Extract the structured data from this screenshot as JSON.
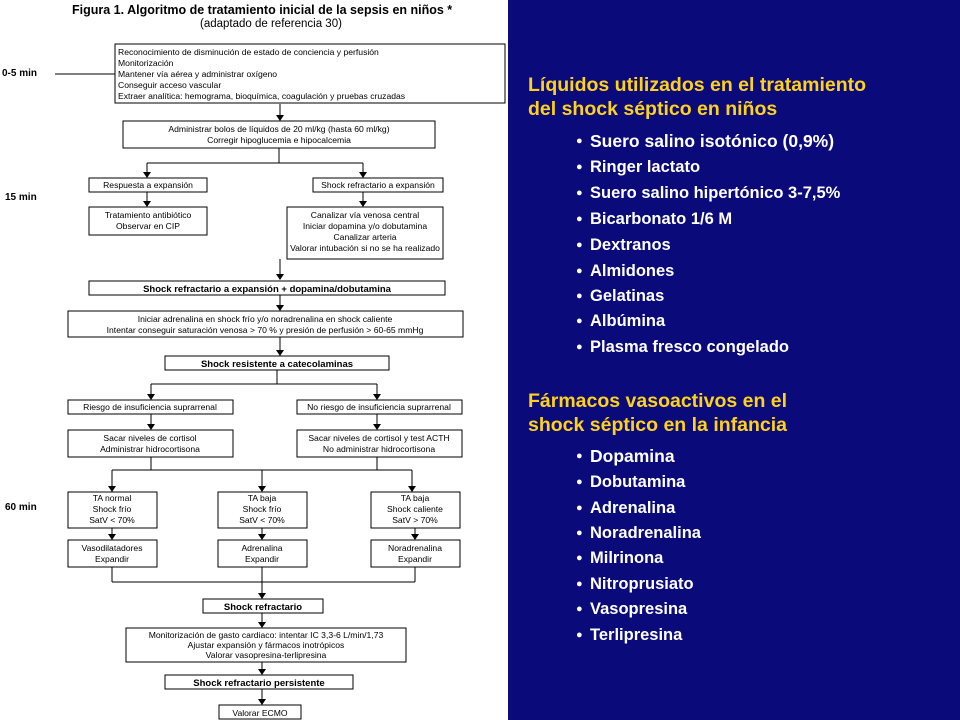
{
  "figure": {
    "title": "Figura 1. Algoritmo de tratamiento inicial de la sepsis en niños *",
    "subtitle": "(adaptado de referencia 30)",
    "time_labels": [
      "0-5 min",
      "15 min",
      "60 min"
    ],
    "box1": [
      "Reconocimiento de disminución de estado de conciencia y perfusión",
      "Monitorización",
      "Mantener vía aérea y administrar oxígeno",
      "Conseguir acceso vascular",
      "Extraer analítica: hemograma, bioquímica, coagulación y pruebas cruzadas"
    ],
    "box2": [
      "Administrar bolos de líquidos de 20 ml/kg (hasta 60 ml/kg)",
      "Corregir hipoglucemia e hipocalcemia"
    ],
    "box3a": "Respuesta a expansión",
    "box3b": "Shock refractario a expansión",
    "box4a": [
      "Tratamiento antibiótico",
      "Observar en CIP"
    ],
    "box4b": [
      "Canalizar vía venosa central",
      "Iniciar dopamina y/o dobutamina",
      "Canalizar arteria",
      "Valorar intubación si no se ha realizado"
    ],
    "box5": "Shock refractario a expansión + dopamina/dobutamina",
    "box6": [
      "Iniciar adrenalina en shock frío y/o noradrenalina en shock caliente",
      "Intentar conseguir saturación venosa > 70 % y presión de perfusión > 60-65 mmHg"
    ],
    "box7": "Shock resistente a catecolaminas",
    "box8a": "Riesgo de insuficiencia suprarrenal",
    "box8b": "No riesgo de insuficiencia suprarrenal",
    "box9a": [
      "Sacar niveles de cortisol",
      "Administrar hidrocortisona"
    ],
    "box9b": [
      "Sacar niveles de cortisol y test ACTH",
      "No administrar hidrocortisona"
    ],
    "box10a": [
      "TA normal",
      "Shock frío",
      "SatV < 70%"
    ],
    "box10b": [
      "TA baja",
      "Shock frío",
      "SatV < 70%"
    ],
    "box10c": [
      "TA baja",
      "Shock caliente",
      "SatV > 70%"
    ],
    "box11a": [
      "Vasodilatadores",
      "Expandir"
    ],
    "box11b": [
      "Adrenalina",
      "Expandir"
    ],
    "box11c": [
      "Noradrenalina",
      "Expandir"
    ],
    "box12": "Shock refractario",
    "box13": [
      "Monitorización de gasto cardiaco: intentar IC 3,3-6 L/min/1,73",
      "Ajustar expansión y fármacos inotrópicos",
      "Valorar vasopresina-terlipresina"
    ],
    "box14": "Shock refractario persistente",
    "box15": "Valorar ECMO"
  },
  "fluids": {
    "title_line1": "Líquidos utilizados en el tratamiento",
    "title_line2": "del shock séptico en niños",
    "items": [
      "Suero salino isotónico (0,9%)",
      "Ringer lactato",
      "Suero salino hipertónico 3-7,5%",
      "Bicarbonato 1/6 M",
      "Dextranos",
      "Almidones",
      "Gelatinas",
      "Albúmina",
      "Plasma fresco congelado"
    ]
  },
  "drugs": {
    "title_line1": "Fármacos vasoactivos en el",
    "title_line2": "shock séptico en la infancia",
    "items": [
      "Dopamina",
      "Dobutamina",
      "Adrenalina",
      "Noradrenalina",
      "Milrinona",
      "Nitroprusiato",
      "Vasopresina",
      "Terlipresina"
    ]
  },
  "colors": {
    "background": "#0a0a7a",
    "title": "#ffd21a",
    "text": "#ffffff"
  }
}
